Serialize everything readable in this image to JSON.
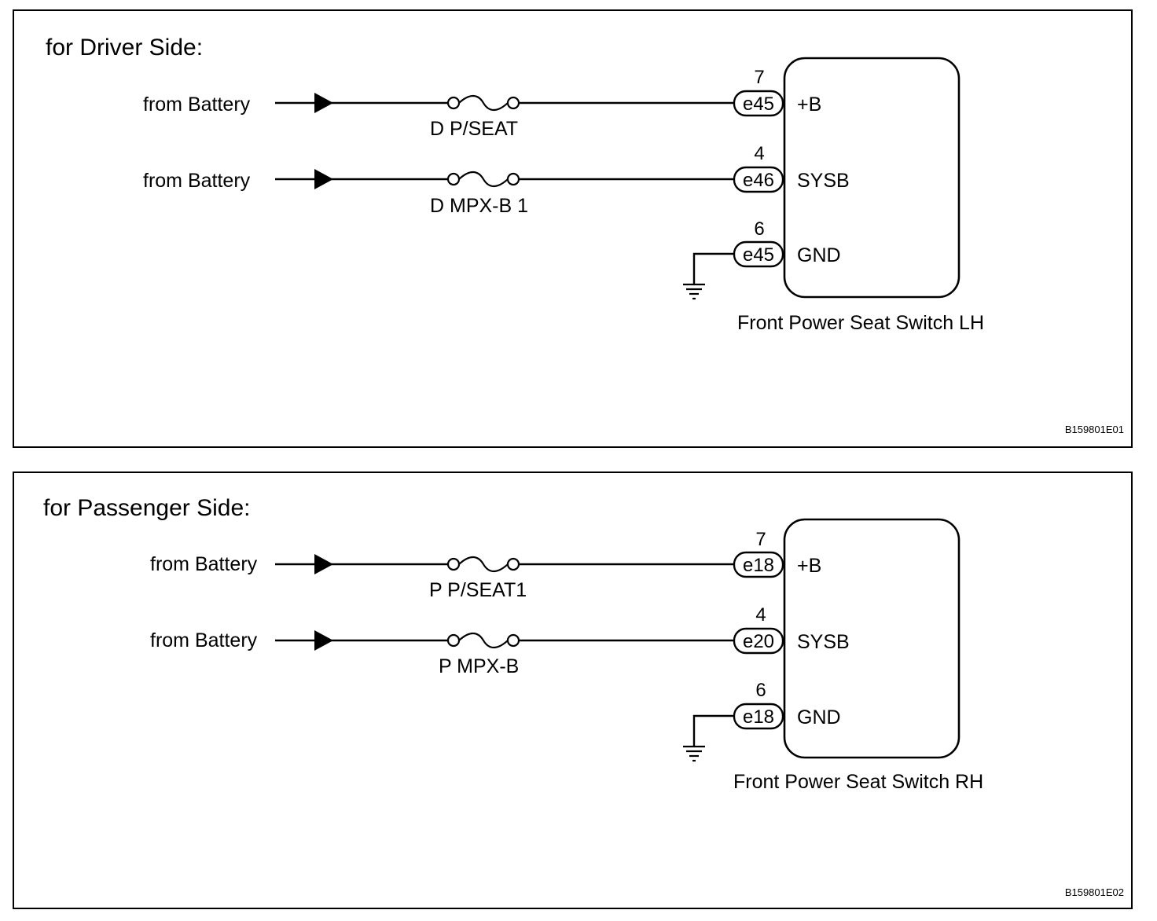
{
  "panels": [
    {
      "title": "for Driver Side:",
      "circuits": [
        {
          "source": "from Battery",
          "fuse": "D P/SEAT",
          "pin": "7",
          "connector": "e45",
          "terminal": "+B"
        },
        {
          "source": "from Battery",
          "fuse": "D MPX-B 1",
          "pin": "4",
          "connector": "e46",
          "terminal": "SYSB"
        }
      ],
      "ground": {
        "pin": "6",
        "connector": "e45",
        "terminal": "GND"
      },
      "component": "Front Power Seat Switch LH",
      "figure_code": "B159801E01"
    },
    {
      "title": "for Passenger Side:",
      "circuits": [
        {
          "source": "from Battery",
          "fuse": "P P/SEAT1",
          "pin": "7",
          "connector": "e18",
          "terminal": "+B"
        },
        {
          "source": "from Battery",
          "fuse": "P MPX-B",
          "pin": "4",
          "connector": "e20",
          "terminal": "SYSB"
        }
      ],
      "ground": {
        "pin": "6",
        "connector": "e18",
        "terminal": "GND"
      },
      "component": "Front Power Seat Switch RH",
      "figure_code": "B159801E02"
    }
  ]
}
